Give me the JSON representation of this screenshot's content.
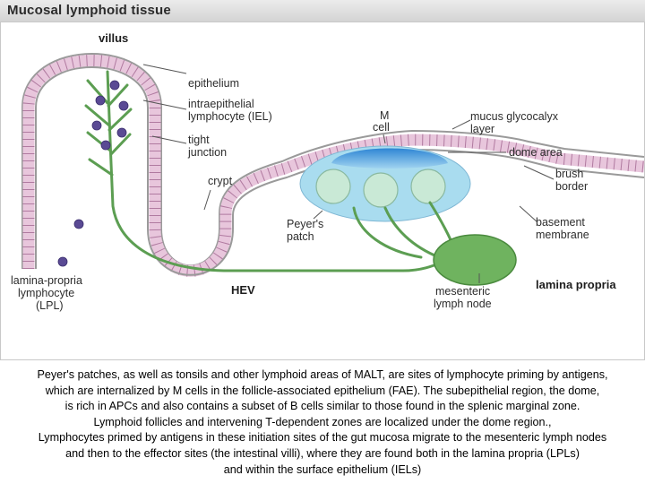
{
  "title": "Mucosal lymphoid tissue",
  "labels": {
    "villus": "villus",
    "epithelium": "epithelium",
    "iel_1": "intraepithelial",
    "iel_2": "lymphocyte (IEL)",
    "tight_1": "tight",
    "tight_2": "junction",
    "crypt": "crypt",
    "m_cell_1": "M",
    "m_cell_2": "cell",
    "mucus_1": "mucus glycocalyx",
    "mucus_2": "layer",
    "dome_area": "dome area",
    "brush_1": "brush",
    "brush_2": "border",
    "peyers_1": "Peyer's",
    "peyers_2": "patch",
    "basement_1": "basement",
    "basement_2": "membrane",
    "lpl_1": "lamina-propria",
    "lpl_2": "lymphocyte",
    "lpl_3": "(LPL)",
    "hev": "HEV",
    "mesenteric_1": "mesenteric",
    "mesenteric_2": "lymph node",
    "lamina_propria": "lamina propria"
  },
  "caption": [
    "Peyer's patches, as well as tonsils and other lymphoid areas of MALT, are sites of lymphocyte priming by antigens,",
    "which are internalized by M cells in the follicle-associated epithelium (FAE). The subepithelial region, the dome,",
    "is rich in APCs and also contains a subset of B cells similar to those found in the splenic marginal zone.",
    "Lymphoid follicles and intervening T-dependent zones are localized under the dome region.,",
    "Lymphocytes primed by antigens in these initiation sites of the gut mucosa migrate to the mesenteric lymph nodes",
    "and then to the effector sites (the intestinal villi), where they are found both in the lamina propria (LPLs)",
    "and within the surface epithelium (IELs)"
  ],
  "colors": {
    "epithelium": "#e8c6dc",
    "vessel": "#5c9e52",
    "lymph_node": "#6fb35f",
    "dome": "#3d8fd6",
    "follicle": "#a9dcef",
    "lymphocyte": "#5a4a94",
    "membrane": "#9a9a9a"
  }
}
